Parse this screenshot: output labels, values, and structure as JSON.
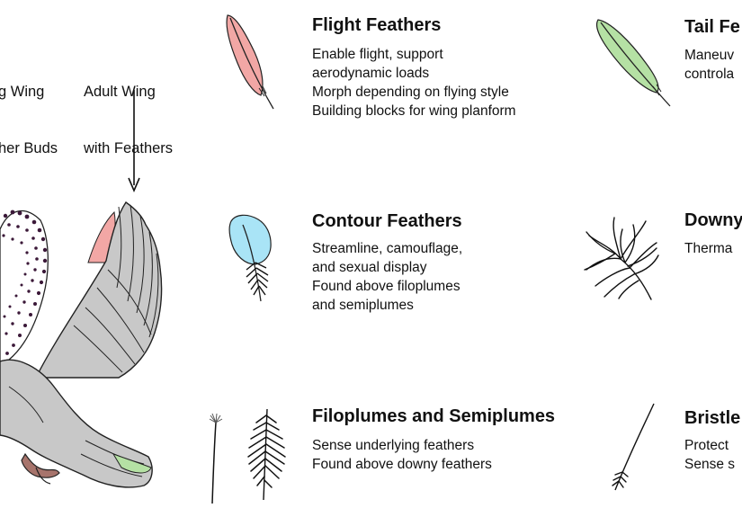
{
  "labels": {
    "young_wing": [
      "g Wing",
      "her Buds"
    ],
    "adult_wing": [
      "Adult Wing",
      "with Feathers"
    ]
  },
  "feathers": [
    {
      "key": "flight",
      "title": "Flight Feathers",
      "lines": [
        "Enable flight, support",
        "aerodynamic loads",
        "Morph depending on flying style",
        "Building blocks for wing planform"
      ],
      "color": "#f2a7a5"
    },
    {
      "key": "tail",
      "title": "Tail Fe",
      "lines": [
        "Maneuv",
        "controla"
      ],
      "color": "#b5e1a4"
    },
    {
      "key": "contour",
      "title": "Contour Feathers",
      "lines": [
        "Streamline, camouflage,",
        "and sexual display",
        "Found above filoplumes",
        "and semiplumes"
      ],
      "color": "#a9e4f6"
    },
    {
      "key": "downy",
      "title": "Downy",
      "lines": [
        "Therma"
      ],
      "color": "#111111"
    },
    {
      "key": "filoplume",
      "title": "Filoplumes and Semiplumes",
      "lines": [
        "Sense underlying feathers",
        "Found above downy feathers"
      ],
      "color": "#111111"
    },
    {
      "key": "bristle",
      "title": "Bristle",
      "lines": [
        "Protect",
        "Sense s"
      ],
      "color": "#111111"
    }
  ],
  "colors": {
    "wing_gray": "#c8c8c8",
    "spot_purple": "#3b1838",
    "leg_brown": "#a7746c",
    "tip_green": "#b5e1a4"
  }
}
